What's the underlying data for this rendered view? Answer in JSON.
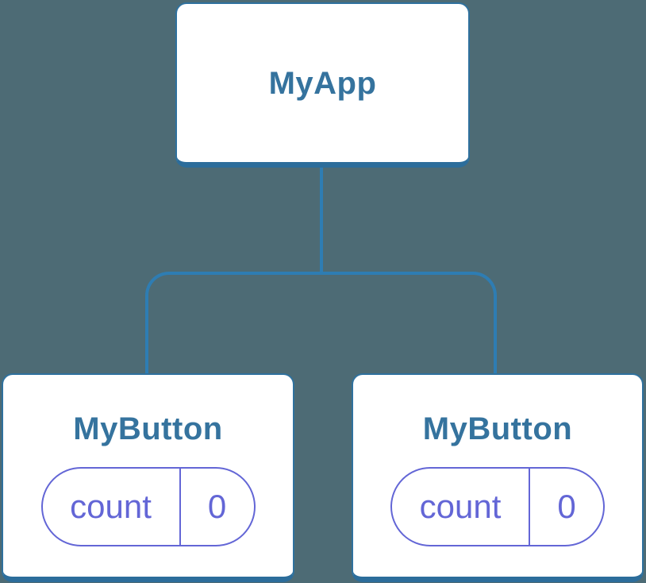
{
  "diagram": {
    "type": "component-tree",
    "root": {
      "label": "MyApp"
    },
    "children": [
      {
        "label": "MyButton",
        "state": {
          "key": "count",
          "value": "0"
        }
      },
      {
        "label": "MyButton",
        "state": {
          "key": "count",
          "value": "0"
        }
      }
    ]
  },
  "colors": {
    "background": "#4D6B75",
    "connector": "#2E7DB3",
    "node_border": "#2F719E",
    "node_border_bottom": "#2C6D9B",
    "node_background": "#FFFFFF",
    "node_title": "#35739E",
    "state_pill": "#6366D6"
  }
}
